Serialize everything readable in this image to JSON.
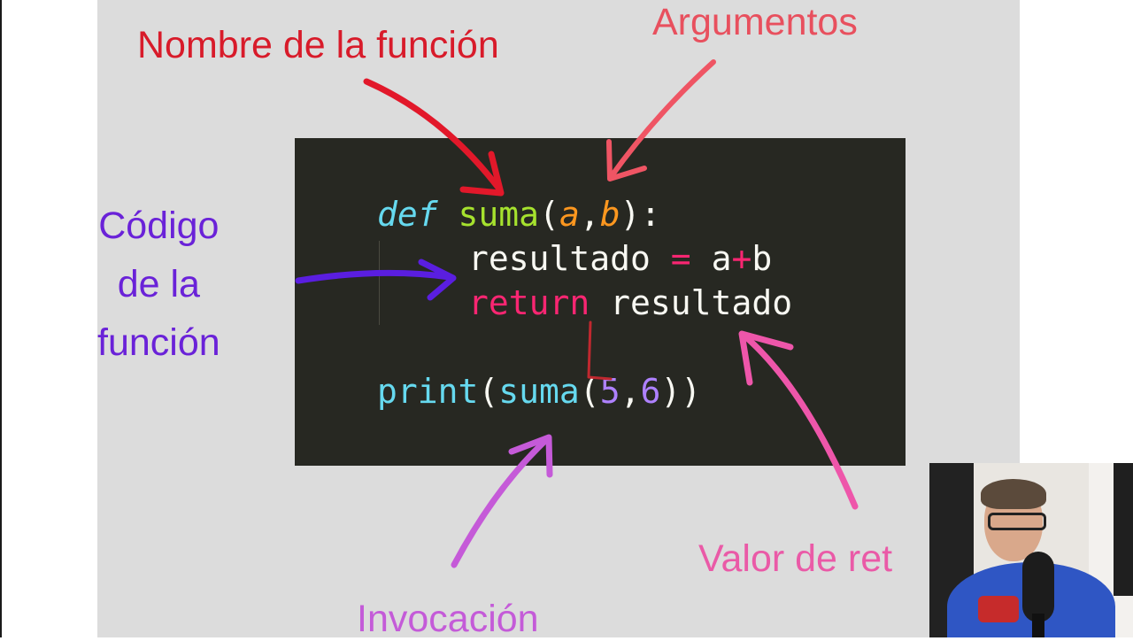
{
  "annotations": {
    "function_name": "Nombre de la función",
    "arguments": "Argumentos",
    "function_code": [
      "Código",
      "de la",
      "función"
    ],
    "return_value": "Valor de ret",
    "invocation": "Invocación"
  },
  "code": {
    "line1": {
      "keyword": "def",
      "name": "suma",
      "open": "(",
      "param_a": "a",
      "comma": ",",
      "param_b": "b",
      "close": "):"
    },
    "line2": {
      "var": "resultado",
      "assign": "=",
      "left": "a",
      "plus": "+",
      "right": "b"
    },
    "line3": {
      "keyword": "return",
      "value": "resultado"
    },
    "line4": {
      "builtin": "print",
      "open1": "(",
      "call": "suma",
      "open2": "(",
      "arg1": "5",
      "comma": ",",
      "arg2": "6",
      "close": "))"
    }
  },
  "colors": {
    "function_name_label": "#d81b2a",
    "arguments_label": "#e8505e",
    "function_code_label": "#6a22d8",
    "return_value_label": "#ea5aa7",
    "invocation_label": "#c45bd8"
  },
  "webcam": {
    "icon": "presenter-webcam"
  }
}
